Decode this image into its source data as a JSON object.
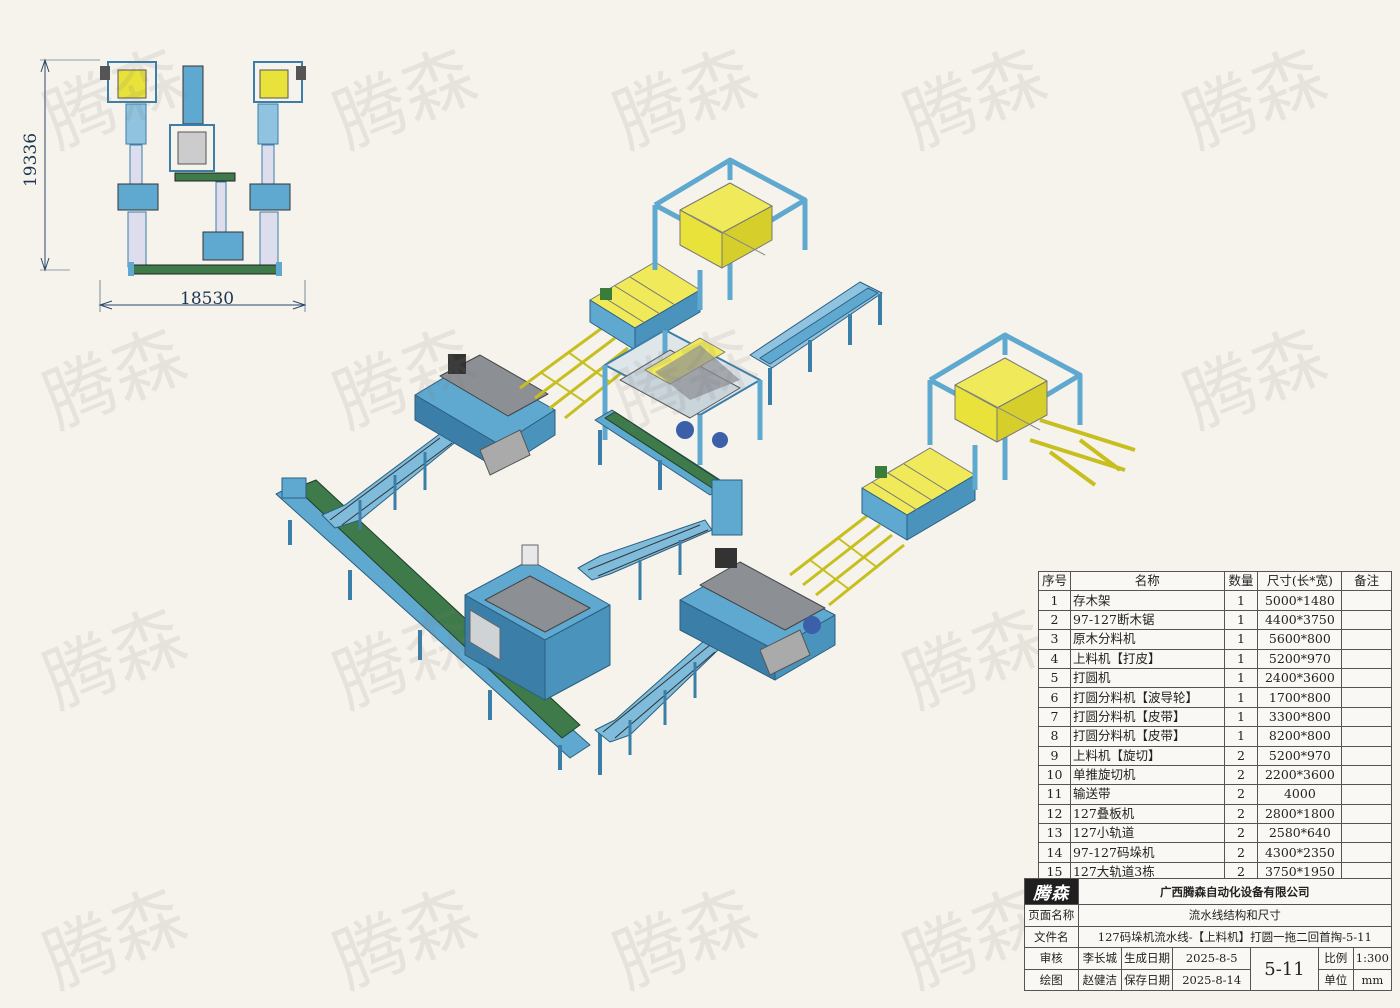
{
  "watermark": "腾森",
  "layout_plan": {
    "height_dim": "19336",
    "width_dim": "18530"
  },
  "bom": {
    "headers": [
      "序号",
      "名称",
      "数量",
      "尺寸(长*宽)",
      "备注"
    ],
    "rows": [
      [
        "1",
        "存木架",
        "1",
        "5000*1480",
        ""
      ],
      [
        "2",
        "97-127断木锯",
        "1",
        "4400*3750",
        ""
      ],
      [
        "3",
        "原木分料机",
        "1",
        "5600*800",
        ""
      ],
      [
        "4",
        "上料机【打皮】",
        "1",
        "5200*970",
        ""
      ],
      [
        "5",
        "打圆机",
        "1",
        "2400*3600",
        ""
      ],
      [
        "6",
        "打圆分料机【波导轮】",
        "1",
        "1700*800",
        ""
      ],
      [
        "7",
        "打圆分料机【皮带】",
        "1",
        "3300*800",
        ""
      ],
      [
        "8",
        "打圆分料机【皮带】",
        "1",
        "8200*800",
        ""
      ],
      [
        "9",
        "上料机【旋切】",
        "2",
        "5200*970",
        ""
      ],
      [
        "10",
        "单推旋切机",
        "2",
        "2200*3600",
        ""
      ],
      [
        "11",
        "输送带",
        "2",
        "4000",
        ""
      ],
      [
        "12",
        "127叠板机",
        "2",
        "2800*1800",
        ""
      ],
      [
        "13",
        "127小轨道",
        "2",
        "2580*640",
        ""
      ],
      [
        "14",
        "97-127码垛机",
        "2",
        "4300*2350",
        ""
      ],
      [
        "15",
        "127大轨道3栋",
        "2",
        "3750*1950",
        ""
      ]
    ]
  },
  "title_block": {
    "logo": "腾森",
    "company": "广西腾森自动化设备有限公司",
    "page_name_label": "页面名称",
    "page_name": "流水线结构和尺寸",
    "file_name_label": "文件名",
    "file_name": "127码垛机流水线-【上料机】打圆一拖二回首掏-5-11",
    "reviewer_label": "审核",
    "reviewer": "李长城",
    "created_label": "生成日期",
    "created": "2025-8-5",
    "drawer_label": "绘图",
    "drawer": "赵健洁",
    "saved_label": "保存日期",
    "saved": "2025-8-14",
    "drawing_no": "5-11",
    "scale_label": "比例",
    "scale": "1:300",
    "unit_label": "单位",
    "unit": "mm"
  },
  "colors": {
    "frame_blue": "#5fa9d0",
    "frame_dark": "#3b7fa8",
    "yellow": "#e8e23a",
    "green_belt": "#3f7a4a",
    "machine_gray": "#8c8f94",
    "dim_line": "#2a4a6a"
  }
}
